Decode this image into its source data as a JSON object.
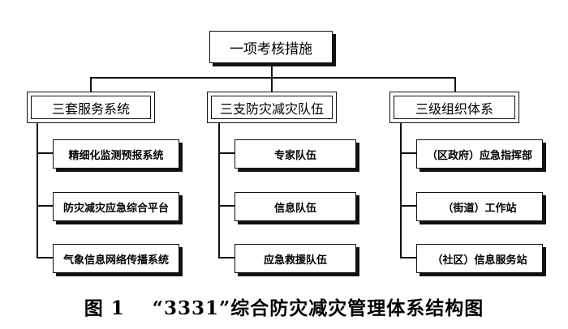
{
  "root": {
    "label": "一项考核措施"
  },
  "groups": [
    {
      "label": "三套服务系统",
      "items": [
        "精细化监测预报系统",
        "防灾减灾应急综合平台",
        "气象信息网络传播系统"
      ]
    },
    {
      "label": "三支防灾减灾队伍",
      "items": [
        "专家队伍",
        "信息队伍",
        "应急救援队伍"
      ]
    },
    {
      "label": "三级组织体系",
      "items": [
        "（区政府）应急指挥部",
        "（街道）工作站",
        "（社区）信息服务站"
      ]
    }
  ],
  "caption": {
    "figure": "图 1",
    "title": "“3331”综合防灾减灾管理体系结构图"
  }
}
